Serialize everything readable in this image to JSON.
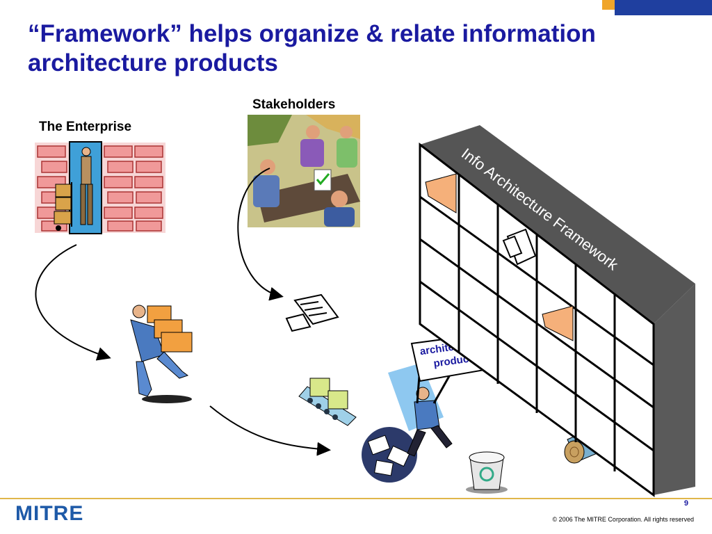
{
  "slide": {
    "title": "“Framework” helps organize & relate information architecture products",
    "page_number": "9",
    "copyright": "© 2006 The MITRE Corporation. All rights reserved",
    "logo_text": "MITRE"
  },
  "labels": {
    "enterprise": "The Enterprise",
    "stakeholders": "Stakeholders",
    "framework": "Info Architecture Framework",
    "product_line1": "architecture",
    "product_line2": "product"
  },
  "colors": {
    "title": "#1a1aa0",
    "accent_blue": "#1f3f9f",
    "accent_orange": "#f0a52a",
    "logo": "#1e5aa8",
    "framework_side": "#555555"
  },
  "icons": [
    "brick-wall-worker-icon",
    "meeting-people-icon",
    "box-carrying-man-icon",
    "paper-documents-icon",
    "conveyor-boxes-icon",
    "man-holding-sign-icon",
    "scattered-papers-icon",
    "recycle-bin-icon",
    "log-icon",
    "folder-icon"
  ]
}
